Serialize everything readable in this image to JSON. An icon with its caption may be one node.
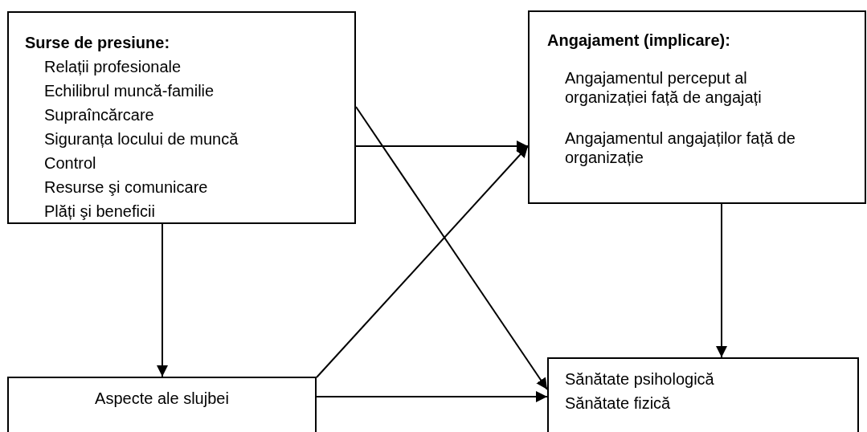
{
  "diagram": {
    "nodes": [
      {
        "text": [
          "Surse de presiune:",
          "Relații profesionale",
          "Echilibrul muncă-familie",
          "Supraîncărcare",
          "Siguranța locului de muncă",
          "Control",
          "Resurse şi comunicare",
          "Plăți şi beneficii"
        ]
      },
      {
        "text": [
          "Angajament (implicare):",
          "Angajamentul perceput al organizației față de angajați",
          "Angajamentul angajaților față de organizație"
        ]
      },
      {
        "text": [
          "Aspecte ale slujbei"
        ]
      },
      {
        "text": [
          "Sănătate psihologică",
          "Sănătate fizică"
        ]
      }
    ],
    "edges": [
      {
        "from": 0,
        "to": 1,
        "arrow": "to"
      },
      {
        "from": 0,
        "to": 3,
        "arrow": "to"
      },
      {
        "from": 0,
        "to": 2,
        "arrow": "to"
      },
      {
        "from": 2,
        "to": 1,
        "arrow": "to"
      },
      {
        "from": 2,
        "to": 3,
        "arrow": "to"
      },
      {
        "from": 1,
        "to": 3,
        "arrow": "to"
      }
    ]
  }
}
